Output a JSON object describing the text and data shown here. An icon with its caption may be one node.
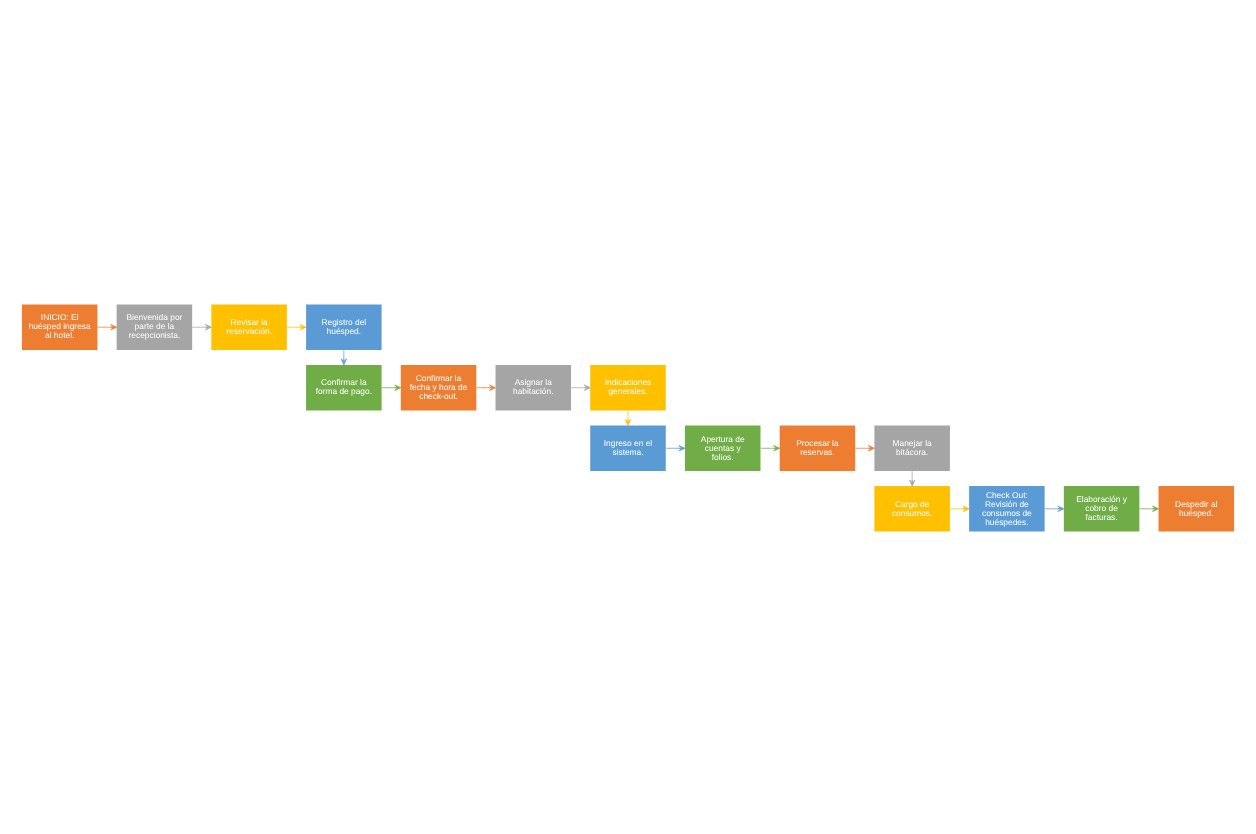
{
  "diagram": {
    "nodes": [
      {
        "text": [
          "INICIO: El huésped ingresa al hotel."
        ]
      },
      {
        "text": [
          "Bienvenida por parte de la recepcionista."
        ]
      },
      {
        "text": [
          "Revisar la reservación."
        ]
      },
      {
        "text": [
          "Registro del huésped."
        ]
      },
      {
        "text": [
          "Confirmar la forma de pago."
        ]
      },
      {
        "text": [
          "Confirmar la fecha y hora de check-out."
        ]
      },
      {
        "text": [
          "Asignar la habitación."
        ]
      },
      {
        "text": [
          "Indicaciones generales."
        ]
      },
      {
        "text": [
          "Ingreso en el sistema."
        ]
      },
      {
        "text": [
          "Apertura de cuentas y folios."
        ]
      },
      {
        "text": [
          "Procesar la reservas."
        ]
      },
      {
        "text": [
          "Manejar la bitácora."
        ]
      },
      {
        "text": [
          "Cargo de consumos."
        ]
      },
      {
        "text": [
          "Check Out: Revisión de consumos de huéspedes."
        ]
      },
      {
        "text": [
          "Elaboración y cobro de facturas."
        ]
      },
      {
        "text": [
          "Despedir al huésped."
        ]
      }
    ],
    "edges": [
      {
        "from": 0,
        "to": 1,
        "arrow": "to",
        "color": "#ed7d31"
      },
      {
        "from": 1,
        "to": 2,
        "arrow": "to",
        "color": "#a5a5a5"
      },
      {
        "from": 2,
        "to": 3,
        "arrow": "to",
        "color": "#ffc000"
      },
      {
        "from": 3,
        "to": 4,
        "arrow": "to",
        "color": "#5b9bd5"
      },
      {
        "from": 4,
        "to": 5,
        "arrow": "to",
        "color": "#70ad47"
      },
      {
        "from": 5,
        "to": 6,
        "arrow": "to",
        "color": "#ed7d31"
      },
      {
        "from": 6,
        "to": 7,
        "arrow": "to",
        "color": "#a5a5a5"
      },
      {
        "from": 7,
        "to": 8,
        "arrow": "to",
        "color": "#ffc000"
      },
      {
        "from": 8,
        "to": 9,
        "arrow": "to",
        "color": "#5b9bd5"
      },
      {
        "from": 9,
        "to": 10,
        "arrow": "to",
        "color": "#70ad47"
      },
      {
        "from": 10,
        "to": 11,
        "arrow": "to",
        "color": "#ed7d31"
      },
      {
        "from": 11,
        "to": 12,
        "arrow": "to",
        "color": "#a5a5a5"
      },
      {
        "from": 12,
        "to": 13,
        "arrow": "to",
        "color": "#ffc000"
      },
      {
        "from": 13,
        "to": 14,
        "arrow": "to",
        "color": "#5b9bd5"
      },
      {
        "from": 14,
        "to": 15,
        "arrow": "to",
        "color": "#70ad47"
      }
    ]
  }
}
